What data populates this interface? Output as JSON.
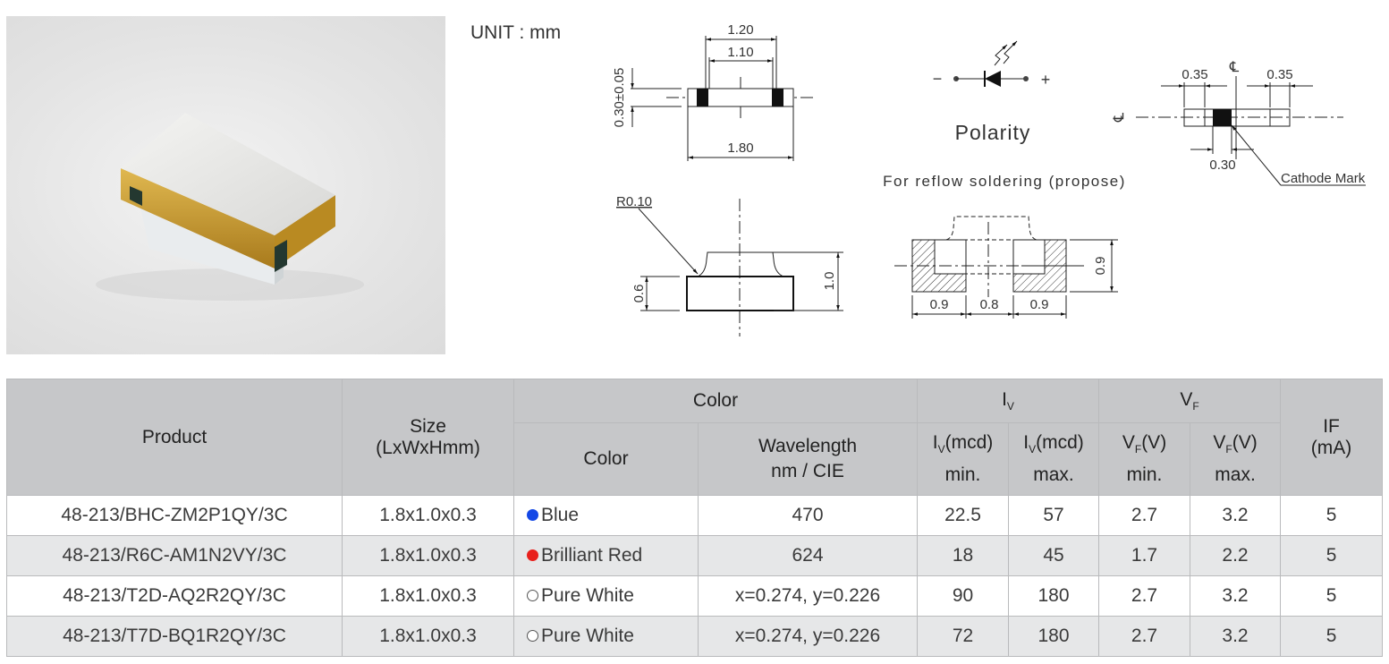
{
  "unit_label": "UNIT : mm",
  "drawing": {
    "top_view": {
      "dim_1_20": "1.20",
      "dim_1_10": "1.10",
      "dim_1_80": "1.80",
      "dim_thickness": "0.30±0.05"
    },
    "polarity": {
      "minus": "−",
      "plus": "+",
      "label": "Polarity"
    },
    "cathode_view": {
      "dim_left": "0.35",
      "dim_right": "0.35",
      "dim_mark": "0.30",
      "centerline_symbol": "℄",
      "cathode_label": "Cathode Mark"
    },
    "side_view": {
      "radius": "R0.10",
      "dim_0_6": "0.6",
      "dim_1_0": "1.0"
    },
    "footprint": {
      "title": "For reflow soldering (propose)",
      "dim_height": "0.9",
      "dim_left": "0.9",
      "dim_gap": "0.8",
      "dim_right": "0.9"
    }
  },
  "table": {
    "headers": {
      "product": "Product",
      "size": "Size",
      "size_unit": "(LxWxHmm)",
      "color_group": "Color",
      "color": "Color",
      "wavelength": "Wavelength",
      "wavelength_unit": "nm / CIE",
      "iv_group": "I",
      "iv_sub": "V",
      "vf_group": "V",
      "vf_sub": "F",
      "iv_min": "(mcd)",
      "iv_min2": "min.",
      "iv_max": "(mcd)",
      "iv_max2": "max.",
      "vf_min": "(V)",
      "vf_min2": "min.",
      "vf_max": "(V)",
      "vf_max2": "max.",
      "if": "IF",
      "if_unit": "(mA)"
    },
    "rows": [
      {
        "product": "48-213/BHC-ZM2P1QY/3C",
        "size": "1.8x1.0x0.3",
        "color": "Blue",
        "color_hex": "#1448e6",
        "wavelength": "470",
        "iv_min": "22.5",
        "iv_max": "57",
        "vf_min": "2.7",
        "vf_max": "3.2",
        "if": "5"
      },
      {
        "product": "48-213/R6C-AM1N2VY/3C",
        "size": "1.8x1.0x0.3",
        "color": "Brilliant Red",
        "color_hex": "#e8201c",
        "wavelength": "624",
        "iv_min": "18",
        "iv_max": "45",
        "vf_min": "1.7",
        "vf_max": "2.2",
        "if": "5"
      },
      {
        "product": "48-213/T2D-AQ2R2QY/3C",
        "size": "1.8x1.0x0.3",
        "color": "Pure White",
        "color_hex": "#ffffff",
        "wavelength": "x=0.274, y=0.226",
        "iv_min": "90",
        "iv_max": "180",
        "vf_min": "2.7",
        "vf_max": "3.2",
        "if": "5"
      },
      {
        "product": "48-213/T7D-BQ1R2QY/3C",
        "size": "1.8x1.0x0.3",
        "color": "Pure White",
        "color_hex": "#ffffff",
        "wavelength": "x=0.274, y=0.226",
        "iv_min": "72",
        "iv_max": "180",
        "vf_min": "2.7",
        "vf_max": "3.2",
        "if": "5"
      }
    ]
  }
}
